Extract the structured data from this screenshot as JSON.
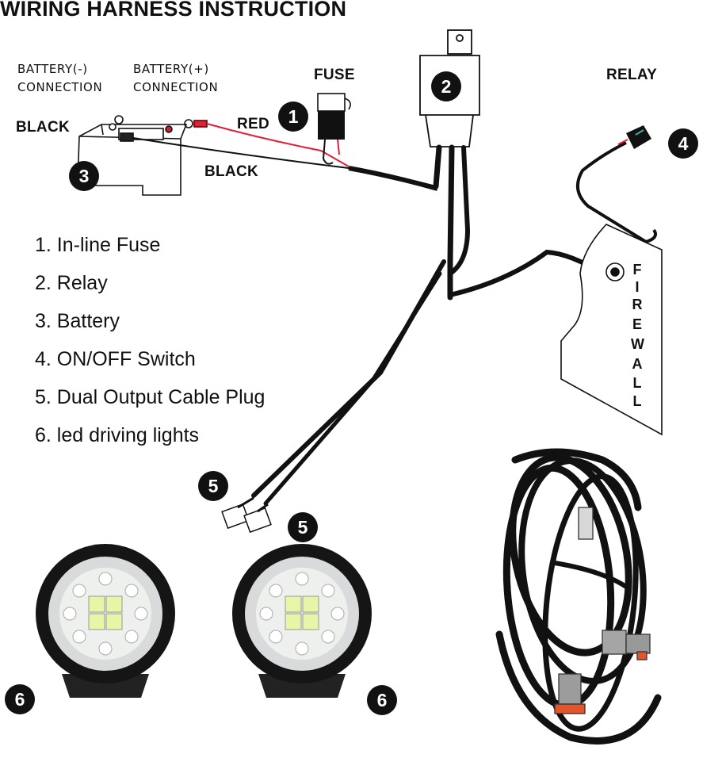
{
  "title": "WIRING HARNESS INSTRUCTION",
  "labels": {
    "battery_neg_line1": "BATTERY(-)",
    "battery_neg_line2": "CONNECTION",
    "battery_pos_line1": "BATTERY(+)",
    "battery_pos_line2": "CONNECTION",
    "fuse": "FUSE",
    "relay": "RELAY",
    "red": "RED",
    "black_left": "BLACK",
    "black_wire": "BLACK",
    "firewall": [
      "F",
      "I",
      "R",
      "E",
      "W",
      "A",
      "L",
      "L"
    ]
  },
  "badges": {
    "fuse": "1",
    "relay": "2",
    "battery": "3",
    "switch": "4",
    "plug_left": "5",
    "plug_top": "5",
    "light_left": "6",
    "light_right": "6"
  },
  "legend": [
    "1. In-line Fuse",
    "2. Relay",
    "3. Battery",
    "4. ON/OFF Switch",
    "5. Dual Output Cable Plug",
    "6. led driving lights"
  ],
  "colors": {
    "wire_black": "#111111",
    "wire_red": "#e0203a",
    "badge": "#111111"
  }
}
